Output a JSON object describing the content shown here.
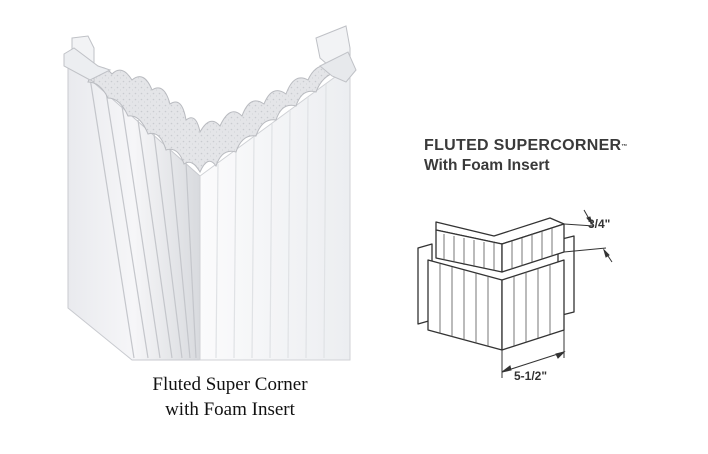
{
  "caption": {
    "line1": "Fluted Super Corner",
    "line2": "with Foam Insert"
  },
  "diagram": {
    "title": "FLUTED SUPERCORNER",
    "trademark": "™",
    "subtitle": "With Foam Insert",
    "dim_depth": "3/4\"",
    "dim_width": "5-1/2\""
  },
  "colors": {
    "vinyl": "#f4f4f6",
    "shadow": "#cfd1d6",
    "foam": "#e6e7ea",
    "line": "#333333"
  }
}
